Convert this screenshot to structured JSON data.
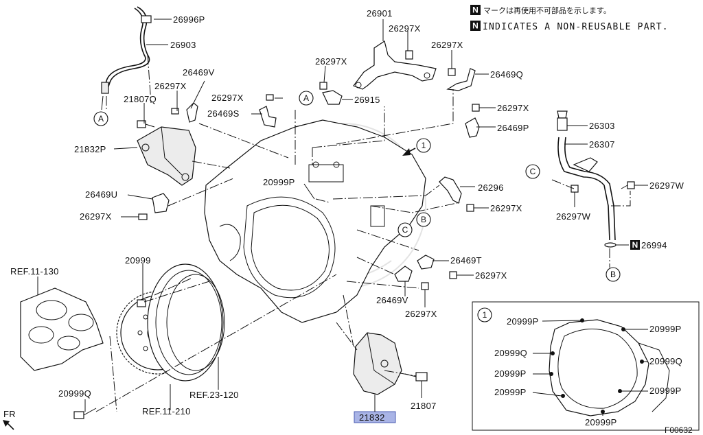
{
  "notes": {
    "badge": "N",
    "jp": "マークは再使用不可部品を示します。",
    "en": "INDICATES A NON-REUSABLE PART."
  },
  "callouts": {
    "a": "A",
    "b": "B",
    "c": "C",
    "one": "1"
  },
  "parts": {
    "p26996P": "26996P",
    "p26903": "26903",
    "p21807Q": "21807Q",
    "p26297X_a": "26297X",
    "p26469V_a": "26469V",
    "p26297X_b": "26297X",
    "p26469S": "26469S",
    "p21832P": "21832P",
    "p26469U": "26469U",
    "p26297X_c": "26297X",
    "p20999P_main": "20999P",
    "p20999_main": "20999",
    "ref11_130": "REF.11-130",
    "ref23_120": "REF.23-120",
    "ref11_210": "REF.11-210",
    "p20999Q_main": "20999Q",
    "fr": "FR",
    "p26901": "26901",
    "p26297X_d": "26297X",
    "p26297X_e": "26297X",
    "p26915": "26915",
    "p26297X_f": "26297X",
    "p26469Q": "26469Q",
    "p26297X_g": "26297X",
    "p26469P": "26469P",
    "p26296": "26296",
    "p26297X_h": "26297X",
    "p26469T": "26469T",
    "p26297X_i": "26297X",
    "p26469V_b": "26469V",
    "p26297X_j": "26297X",
    "p21832": "21832",
    "p21807": "21807",
    "p26303": "26303",
    "p26307": "26307",
    "p26297W_a": "26297W",
    "p26297W_b": "26297W",
    "p26994": "26994"
  },
  "inset": {
    "callout": "1",
    "labels": {
      "l1": "20999P",
      "l2": "20999Q",
      "l3": "20999P",
      "l4": "20999P",
      "r1": "20999P",
      "r2": "20999Q",
      "r3": "20999P",
      "b1": "20999P"
    }
  },
  "footer": {
    "code": "F00632"
  }
}
